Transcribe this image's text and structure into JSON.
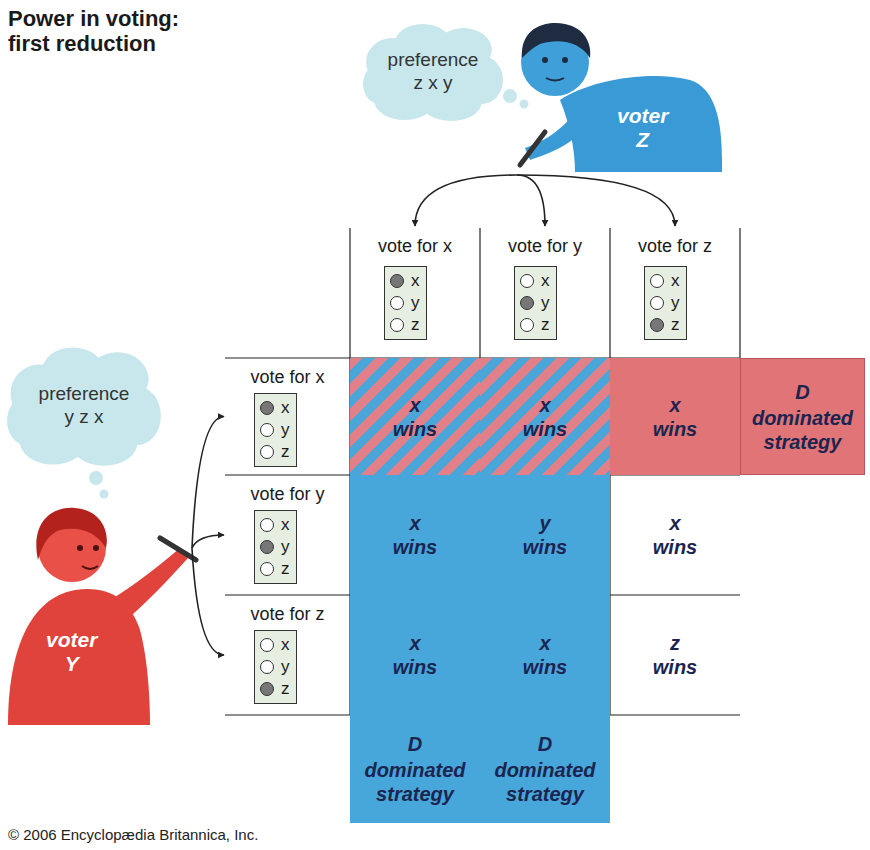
{
  "diagram": {
    "title": "Power in voting: first reduction",
    "nodes": [
      {
        "text": [
          "preference",
          "z x y"
        ]
      },
      {
        "text": [
          "voter Z"
        ]
      },
      {
        "text": [
          "vote for x"
        ]
      },
      {
        "text": [
          "x",
          "y",
          "z"
        ],
        "in": 2
      },
      {
        "text": [
          "vote for y"
        ]
      },
      {
        "text": [
          "x",
          "y",
          "z"
        ],
        "in": 4
      },
      {
        "text": [
          "vote for z"
        ]
      },
      {
        "text": [
          "x",
          "y",
          "z"
        ],
        "in": 6
      },
      {
        "text": [
          "preference",
          "y z x"
        ]
      },
      {
        "text": [
          "voter Y"
        ]
      },
      {
        "text": [
          "vote for x"
        ]
      },
      {
        "text": [
          "x",
          "y",
          "z"
        ],
        "in": 10
      },
      {
        "text": [
          "x wins"
        ]
      },
      {
        "text": [
          "x wins"
        ]
      },
      {
        "text": [
          "x wins"
        ]
      },
      {
        "text": [
          "D",
          "dominated strategy"
        ]
      },
      {
        "text": [
          "vote for y"
        ]
      },
      {
        "text": [
          "x",
          "y",
          "z"
        ],
        "in": 16
      },
      {
        "text": [
          "x wins"
        ]
      },
      {
        "text": [
          "y wins"
        ]
      },
      {
        "text": [
          "x wins"
        ]
      },
      {
        "text": [
          "vote for z"
        ]
      },
      {
        "text": [
          "x",
          "y",
          "z"
        ],
        "in": 21
      },
      {
        "text": [
          "x wins"
        ]
      },
      {
        "text": [
          "x wins"
        ]
      },
      {
        "text": [
          "z wins"
        ]
      },
      {
        "text": [
          "D",
          "dominated strategy"
        ]
      },
      {
        "text": [
          "D",
          "dominated strategy"
        ]
      }
    ],
    "edges": [
      {
        "from": 1,
        "to": 2,
        "arrow": "to"
      },
      {
        "from": 1,
        "to": 4,
        "arrow": "to"
      },
      {
        "from": 1,
        "to": 6,
        "arrow": "to"
      },
      {
        "from": 9,
        "to": 10,
        "arrow": "to"
      },
      {
        "from": 9,
        "to": 16,
        "arrow": "to"
      },
      {
        "from": 9,
        "to": 21,
        "arrow": "to"
      }
    ],
    "labels": [
      "© 2006 Encyclopædia Britannica, Inc."
    ]
  }
}
